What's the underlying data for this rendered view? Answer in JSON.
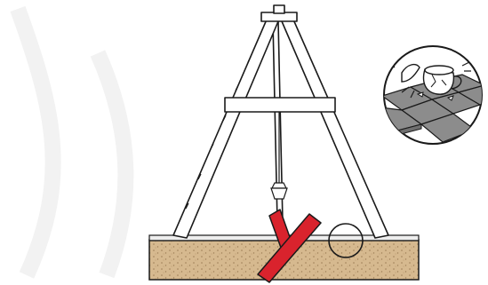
{
  "illustration": {
    "subject": "wooden-a-frame-tripod-with-plumb-bob",
    "incorrect_mark": "red-x",
    "inset": "cracked-cup-on-tiles"
  },
  "colors": {
    "line": "#1a1a1a",
    "wood_fill": "#ffffff",
    "soil_fill": "#d2b48c",
    "soil_speckle": "#a4865e",
    "floor_fill": "#e6e6e6",
    "tile_fill": "#8c8c8c",
    "incorrect_mark": "#d9232d",
    "watermark": "#f3f3f3"
  }
}
